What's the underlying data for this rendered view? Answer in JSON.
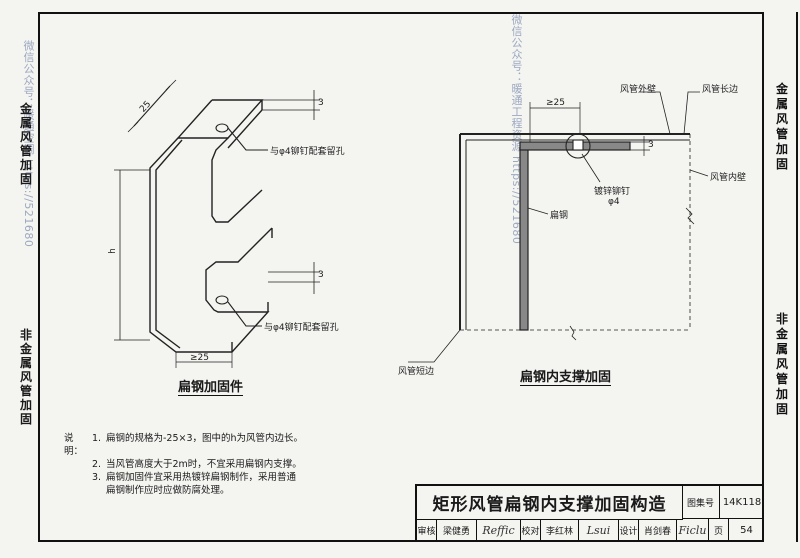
{
  "watermarks": {
    "left": "微信公众号：暖通空调 https://521680",
    "mid": "微信公众号：暖通工程资源 https://521680"
  },
  "left_margin": {
    "metal": "金属风管加固",
    "nonmetal": "非金属风管加固"
  },
  "right_side": {
    "metal": "金属风管加固",
    "nonmetal": "非金属风管加固"
  },
  "left_figure": {
    "caption": "扁钢加固件",
    "dim_25_top": "25",
    "dim_3_top": "3",
    "dim_h": "h",
    "dim_3_bottom": "3",
    "dim_25_bottom": "≥25",
    "hole_top": "与φ4铆钉配套留孔",
    "hole_bottom": "与φ4铆钉配套留孔"
  },
  "right_figure": {
    "caption": "扁钢内支撑加固",
    "duct_outer": "风管外壁",
    "duct_long": "风管长边",
    "duct_inner": "风管内壁",
    "rivet": "镀锌铆钉",
    "rivet_size": "φ4",
    "flat_steel": "扁钢",
    "duct_short": "风管短边",
    "dim_25": "≥25",
    "dim_3": "3"
  },
  "notes": {
    "prefix": "说明：",
    "items": [
      {
        "n": "1.",
        "text": "扁钢的规格为-25×3，图中的h为风管内边长。"
      },
      {
        "n": "2.",
        "text": "当风管高度大于2m时，不宜采用扁钢内支撑。"
      },
      {
        "n": "3.",
        "text": "扁钢加固件宜采用热镀锌扁钢制作，采用普通"
      },
      {
        "n": "",
        "text": "扁钢制作应时应做防腐处理。"
      }
    ]
  },
  "title_block": {
    "title": "矩形风管扁钢内支撑加固构造",
    "atlas_label": "图集号",
    "atlas_no": "14K118",
    "page_label": "页",
    "page_no": "54",
    "review_label": "审核",
    "review_name": "梁健勇",
    "review_sig": "Reffic",
    "check_label": "校对",
    "check_name": "李红林",
    "check_sig": "Lsui",
    "design_label": "设计",
    "design_name": "肖剑春",
    "design_sig": "Ficlu"
  }
}
